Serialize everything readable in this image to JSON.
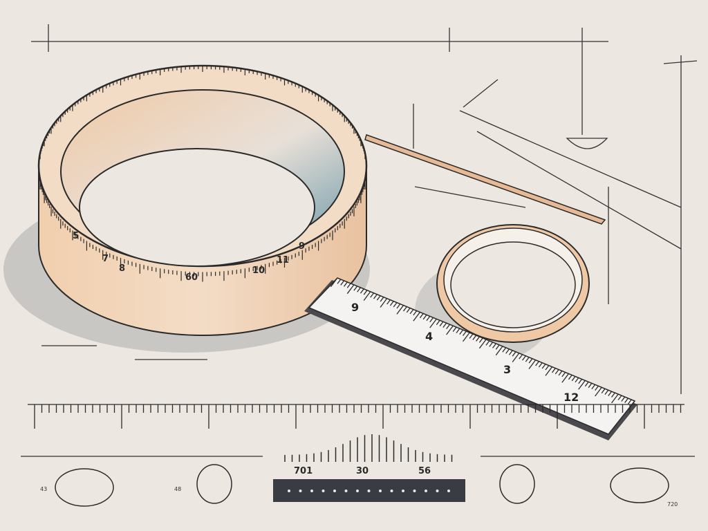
{
  "illustration": {
    "colors": {
      "background": "#ece8e1",
      "ink": "#2a2a2a",
      "band": "#efc8a6",
      "shadow": "#c9c7c3",
      "display": "#3a3c44"
    },
    "ring_labels": [
      "5",
      "7",
      "8",
      "9",
      "10",
      "11",
      "60"
    ],
    "ruler_labels": [
      "9",
      "4",
      "3",
      "12"
    ],
    "scale_labels": [
      "701",
      "30",
      "56"
    ],
    "gauge_labels": [
      "43",
      "48",
      "720"
    ]
  }
}
